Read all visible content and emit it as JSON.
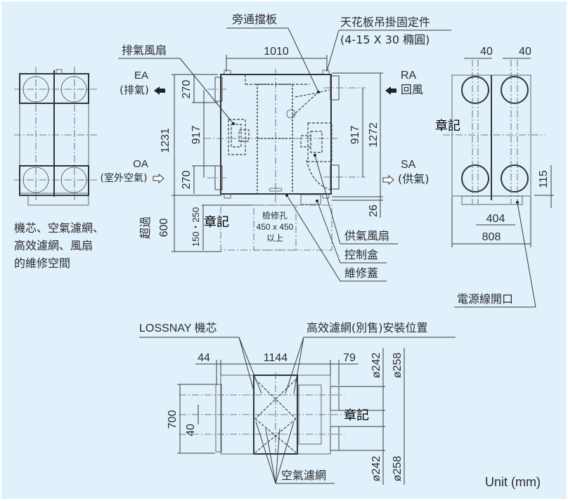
{
  "colors": {
    "background": "#e0f1fc",
    "line": "#333333",
    "text": "#2b2b2b"
  },
  "unit_label": "Unit (mm)",
  "stamp_text": "章記",
  "top_view": {
    "callouts": {
      "bypass_damper": "旁通擋板",
      "ceiling_hanger": "天花板吊掛固定件",
      "ceiling_hanger_spec": "(4-15 X 30 橢圓)",
      "exhaust_fan": "排氣風扇",
      "supply_fan": "供氣風扇",
      "control_box": "控制盒",
      "service_cover": "維修蓋"
    },
    "ports": {
      "ea_code": "EA",
      "ea_name": "(排氣)",
      "oa_code": "OA",
      "oa_name": "(室外空氣)",
      "ra_code": "RA",
      "ra_name": "回風",
      "sa_code": "SA",
      "sa_name": "(供氣)"
    },
    "dimensions": {
      "hanger_pitch": "1010",
      "left_top": "270",
      "left_mid": "917",
      "left_bottom": "270",
      "left_total": "1231",
      "right_mid": "917",
      "right_total": "1272",
      "right_offset": "26",
      "service_space": "600",
      "service_space_prefix": "超過",
      "access_offset": "150・250"
    },
    "access_hole": {
      "line1": "檢修孔",
      "line2": "450 x 450",
      "line3": "以上"
    }
  },
  "maintenance_note": {
    "line1": "機芯、空氣濾網、",
    "line2": "高效濾網、風扇",
    "line3": "的維修空間"
  },
  "side_view": {
    "dimensions": {
      "left_offset": "40",
      "right_offset": "40",
      "bottom_offset": "115",
      "inner_width": "404",
      "total_width": "808"
    },
    "callouts": {
      "power_inlet": "電源線開口"
    }
  },
  "front_view": {
    "callouts": {
      "core": "LOSSNAY 機芯",
      "hepa_position": "高效濾網(別售)安裝位置",
      "air_filter": "空氣濾網"
    },
    "dimensions": {
      "left_offset": "44",
      "body_length": "1144",
      "right_offset": "79",
      "height": "700",
      "center_offset": "40",
      "duct_inner_top": "ø242",
      "duct_outer_top": "ø258",
      "duct_inner_bottom": "ø242",
      "duct_outer_bottom": "ø258"
    }
  }
}
